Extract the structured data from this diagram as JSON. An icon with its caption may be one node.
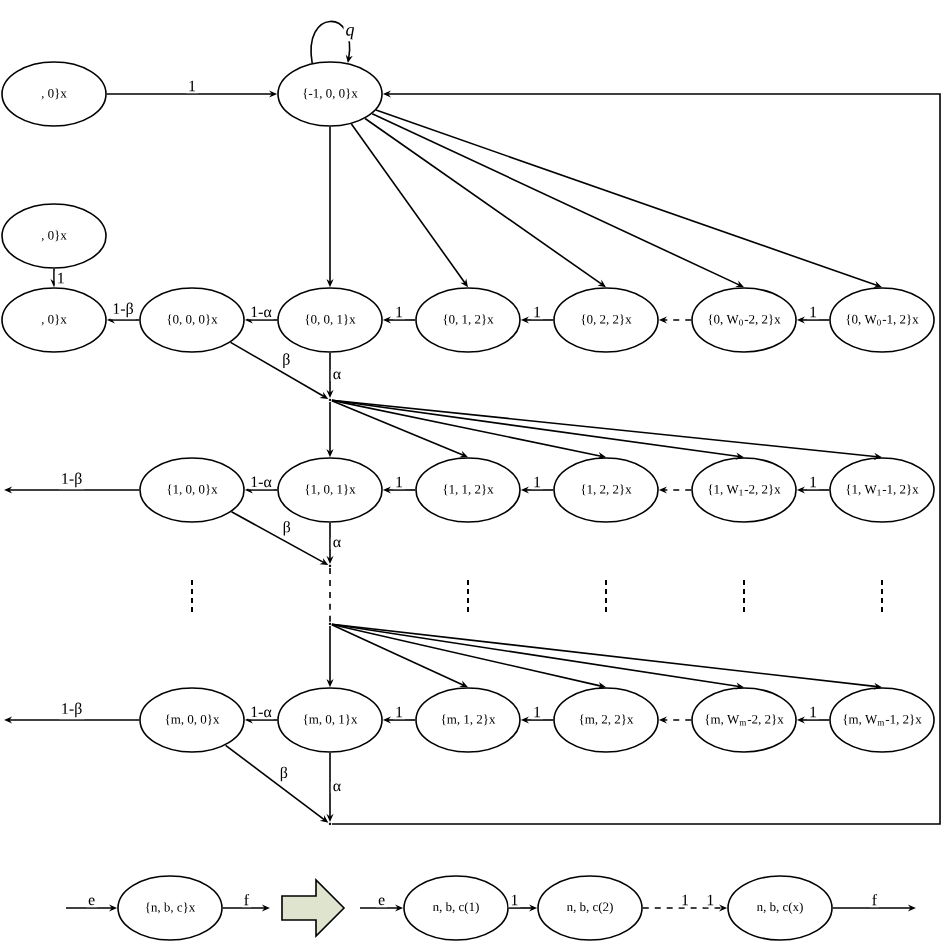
{
  "diagram": {
    "nodes": [
      {
        "text": [
          ", 0}x"
        ]
      },
      {
        "text": [
          "{-1, 0, 0}x"
        ]
      },
      {
        "text": [
          ", 0}x"
        ]
      },
      {
        "text": [
          ", 0}x"
        ]
      },
      {
        "text": [
          "{0, 0, 0}x"
        ]
      },
      {
        "text": [
          "{0, 0, 1}x"
        ]
      },
      {
        "text": [
          "{0, 1, 2}x"
        ]
      },
      {
        "text": [
          "{0, 2, 2}x"
        ]
      },
      {
        "text": [
          "{0, W$_{0}$-2, 2}x"
        ]
      },
      {
        "text": [
          "{0, W$_{0}$-1, 2}x"
        ]
      },
      {
        "text": [
          "{1, 0, 0}x"
        ]
      },
      {
        "text": [
          "{1, 0, 1}x"
        ]
      },
      {
        "text": [
          "{1, 1, 2}x"
        ]
      },
      {
        "text": [
          "{1, 2, 2}x"
        ]
      },
      {
        "text": [
          "{1, W$_{1}$-2, 2}x"
        ]
      },
      {
        "text": [
          "{1, W$_{1}$-1, 2}x"
        ]
      },
      {
        "text": [
          "{m, 0, 0}x"
        ]
      },
      {
        "text": [
          "{m, 0, 1}x"
        ]
      },
      {
        "text": [
          "{m, 1, 2}x"
        ]
      },
      {
        "text": [
          "{m, 2, 2}x"
        ]
      },
      {
        "text": [
          "{m, W$_{m}$-2, 2}x"
        ]
      },
      {
        "text": [
          "{m, W$_{m}$-1, 2}x"
        ]
      },
      {
        "text": [],
        "shape": "dot"
      },
      {
        "text": [],
        "shape": "dot"
      },
      {
        "text": [],
        "shape": "dot"
      },
      {
        "text": [],
        "shape": "dot"
      },
      {
        "text": [
          "{n, b, c}x"
        ]
      },
      {
        "text": [
          "n, b, c(1)"
        ]
      },
      {
        "text": [
          "n, b, c(2)"
        ]
      },
      {
        "text": [
          "n, b, c(x)"
        ]
      }
    ],
    "edges": [
      {
        "from": 0,
        "to": 1,
        "arrow": "to",
        "label": "1"
      },
      {
        "from": 1,
        "to": 1,
        "arrow": "to",
        "label": "q"
      },
      {
        "from": 2,
        "to": 3,
        "arrow": "to",
        "label": "1"
      },
      {
        "from": 1,
        "to": 5,
        "arrow": "to"
      },
      {
        "from": 1,
        "to": 6,
        "arrow": "to"
      },
      {
        "from": 1,
        "to": 7,
        "arrow": "to"
      },
      {
        "from": 1,
        "to": 8,
        "arrow": "to"
      },
      {
        "from": 1,
        "to": 9,
        "arrow": "to"
      },
      {
        "from": 5,
        "to": 4,
        "arrow": "to",
        "label": "1-α"
      },
      {
        "from": 4,
        "to": 3,
        "arrow": "to",
        "label": "1-β"
      },
      {
        "from": 6,
        "to": 5,
        "arrow": "to",
        "label": "1"
      },
      {
        "from": 7,
        "to": 6,
        "arrow": "to",
        "label": "1"
      },
      {
        "from": 8,
        "to": 7,
        "arrow": "to",
        "style": "dashed"
      },
      {
        "from": 9,
        "to": 8,
        "arrow": "to",
        "label": "1"
      },
      {
        "from": 4,
        "to": 22,
        "arrow": "to",
        "label": "β"
      },
      {
        "from": 5,
        "to": 22,
        "arrow": "to",
        "label": "α"
      },
      {
        "from": 22,
        "to": 11,
        "arrow": "to"
      },
      {
        "from": 22,
        "to": 12,
        "arrow": "to"
      },
      {
        "from": 22,
        "to": 13,
        "arrow": "to"
      },
      {
        "from": 22,
        "to": 14,
        "arrow": "to"
      },
      {
        "from": 22,
        "to": 15,
        "arrow": "to"
      },
      {
        "from": 11,
        "to": 10,
        "arrow": "to",
        "label": "1-α"
      },
      {
        "from": 10,
        "to": null,
        "arrow": "to",
        "label": "1-β"
      },
      {
        "from": 12,
        "to": 11,
        "arrow": "to",
        "label": "1"
      },
      {
        "from": 13,
        "to": 12,
        "arrow": "to",
        "label": "1"
      },
      {
        "from": 14,
        "to": 13,
        "arrow": "to",
        "style": "dashed"
      },
      {
        "from": 15,
        "to": 14,
        "arrow": "to",
        "label": "1"
      },
      {
        "from": 10,
        "to": 23,
        "arrow": "to",
        "label": "β"
      },
      {
        "from": 11,
        "to": 23,
        "arrow": "to",
        "label": "α"
      },
      {
        "from": 23,
        "to": 24,
        "arrow": "none",
        "style": "dashed"
      },
      {
        "from": 24,
        "to": 17,
        "arrow": "to"
      },
      {
        "from": 24,
        "to": 18,
        "arrow": "to"
      },
      {
        "from": 24,
        "to": 19,
        "arrow": "to"
      },
      {
        "from": 24,
        "to": 20,
        "arrow": "to"
      },
      {
        "from": 24,
        "to": 21,
        "arrow": "to"
      },
      {
        "from": 17,
        "to": 16,
        "arrow": "to",
        "label": "1-α"
      },
      {
        "from": 16,
        "to": null,
        "arrow": "to",
        "label": "1-β"
      },
      {
        "from": 18,
        "to": 17,
        "arrow": "to",
        "label": "1"
      },
      {
        "from": 19,
        "to": 18,
        "arrow": "to",
        "label": "1"
      },
      {
        "from": 20,
        "to": 19,
        "arrow": "to",
        "style": "dashed"
      },
      {
        "from": 21,
        "to": 20,
        "arrow": "to",
        "label": "1"
      },
      {
        "from": 16,
        "to": 25,
        "arrow": "to",
        "label": "β"
      },
      {
        "from": 17,
        "to": 25,
        "arrow": "to",
        "label": "α"
      },
      {
        "from": 25,
        "to": 1,
        "arrow": "to"
      },
      {
        "from": null,
        "to": 26,
        "arrow": "to",
        "label": "e"
      },
      {
        "from": 26,
        "to": null,
        "arrow": "to",
        "label": "f"
      },
      {
        "from": null,
        "to": 27,
        "arrow": "to",
        "label": "e"
      },
      {
        "from": 26,
        "to": 27,
        "arrow": "to",
        "style": "thick"
      },
      {
        "from": 27,
        "to": 28,
        "arrow": "to",
        "label": "1"
      },
      {
        "from": 28,
        "to": 29,
        "arrow": "to",
        "style": "dashed",
        "label": "1"
      },
      {
        "from": 29,
        "to": null,
        "arrow": "to",
        "label": "f"
      }
    ],
    "labels": [
      "1"
    ]
  }
}
